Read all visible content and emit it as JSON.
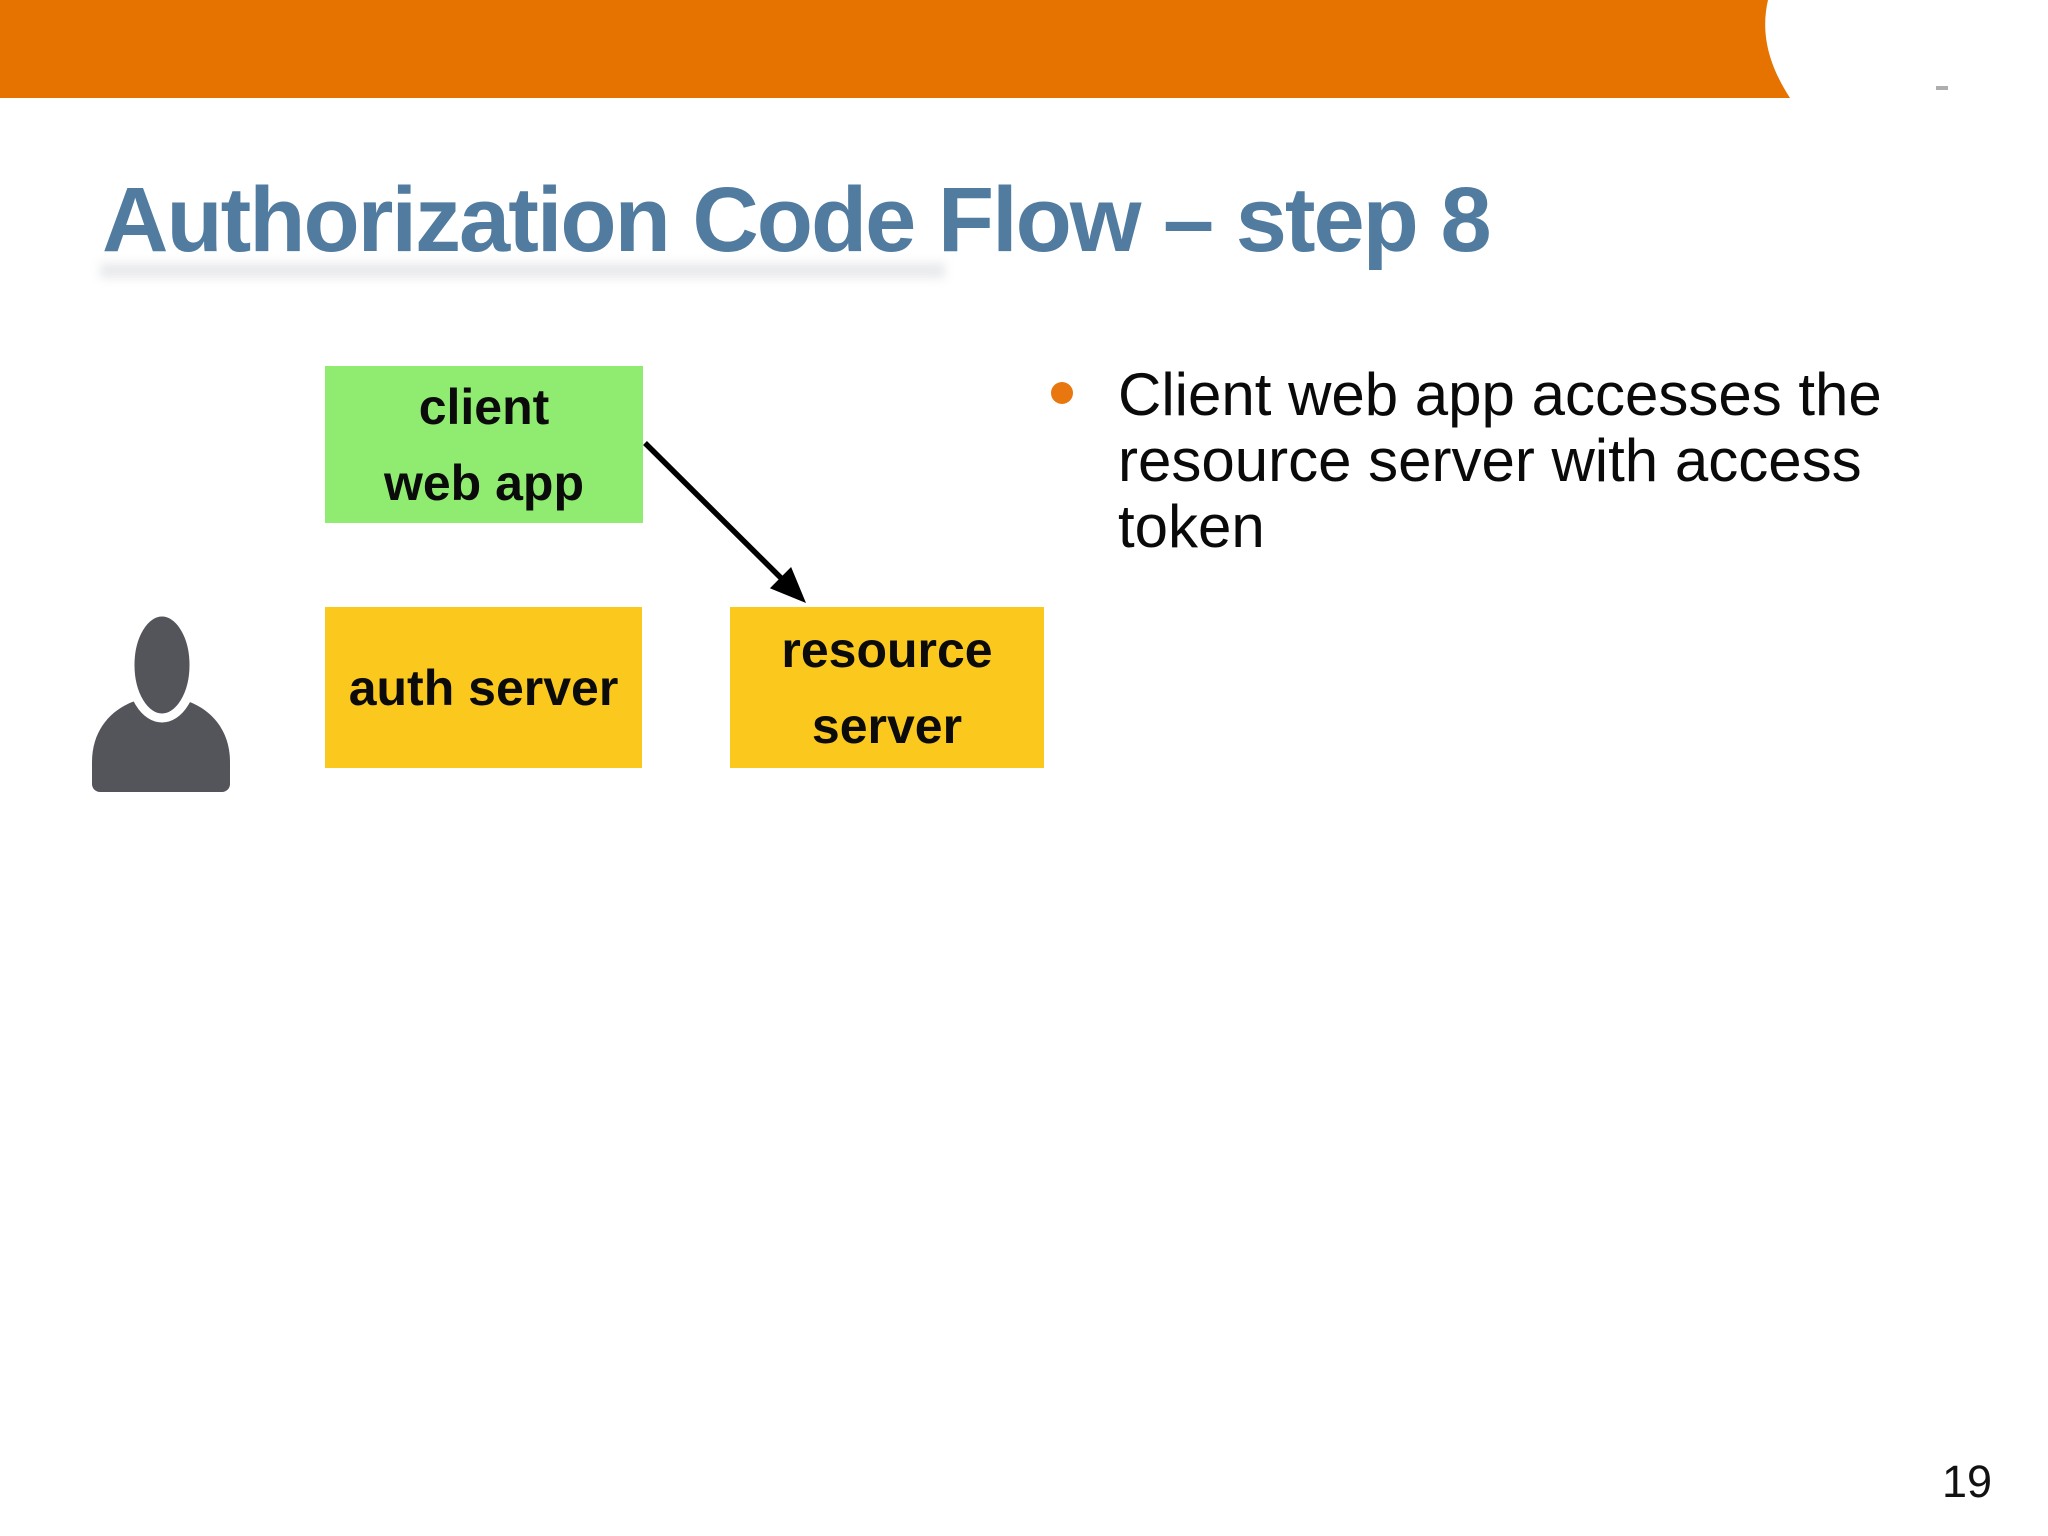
{
  "slide": {
    "title": "Authorization Code Flow – step 8",
    "title_color": "#517CA0",
    "page_number": "19",
    "background_color": "#FFFFFF"
  },
  "header": {
    "bar_color": "#E67300",
    "accent_color": "#E67300"
  },
  "diagram": {
    "client_box": {
      "lines": [
        "client",
        "web app"
      ],
      "color": "#90EC70"
    },
    "auth_box": {
      "lines": [
        "auth server"
      ],
      "color": "#FBC81E"
    },
    "resource_box": {
      "lines": [
        "resource",
        "server"
      ],
      "color": "#FBC81E"
    },
    "user_icon_color": "#54555A",
    "arrow": {
      "from": "client web app",
      "to": "resource server",
      "color": "#000000"
    }
  },
  "bullet": {
    "marker_color": "#E8770F",
    "text": "Client web app accesses the resource server with access token",
    "lines": [
      "Client web app accesses the",
      "resource server with access",
      "token"
    ]
  }
}
